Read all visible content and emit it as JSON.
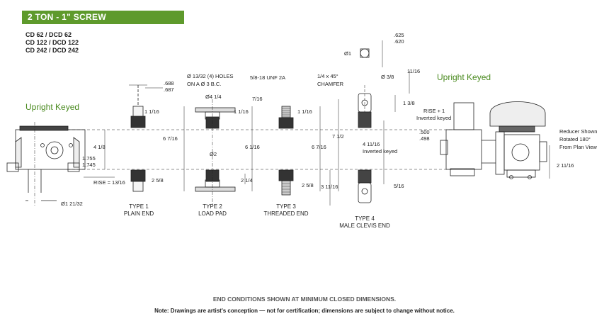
{
  "header": {
    "title": "2 TON - 1\" SCREW"
  },
  "models": [
    "CD 62 / DCD 62",
    "CD 122 / DCD 122",
    "CD 242 / DCD 242"
  ],
  "labels": {
    "upright_keyed_left": "Upright Keyed",
    "upright_keyed_right": "Upright Keyed",
    "holes": "Ø 13/32 (4) HOLES",
    "holes_bc": "ON A    Ø 3 B.C.",
    "thread": "5/8-18 UNF 2A",
    "chamfer1": "1/4 x 45°",
    "chamfer2": "CHAMFER",
    "d688": ".688",
    "d687": ".687",
    "dim_4_14": "Ø4 1/4",
    "dim_7_16_a": "7/16",
    "dim_1_116_a": "1 1/16",
    "dim_1_116_b": "1 1/16",
    "dim_1_116_c": "1 1/16",
    "dim_4_18": "4 1/8",
    "dim_6_716_a": "6 7/16",
    "dim_6_116": "6 1/16",
    "dim_6_716_b": "6 7/16",
    "dim_7_12": "7 1/2",
    "dim_2": "Ø2",
    "dim_2_58_a": "2 5/8",
    "dim_2_14": "2 1/4",
    "dim_2_58_b": "2 5/8",
    "dim_3_1116": "3 11/16",
    "dim_4_1116": "4 11/16",
    "dim_5_16": "5/16",
    "dim_11_16": "11/16",
    "dim_1_38": "1 3/8",
    "dim_3_8": "Ø 3/8",
    "dim_1": "Ø1",
    "d625": ".625",
    "d620": ".620",
    "d1755": "1.755",
    "d1745": "1.745",
    "d500": ".500",
    "d498": ".498",
    "inverted_keyed": "Inverted keyed",
    "rise1": "RISE + 1",
    "rise1_inv": "Inverted keyed",
    "rise_1316": "RISE = 13/16",
    "dia_1_2132": "Ø1 21/32",
    "dim_2_1116": "2 11/16",
    "reducer1": "Reducer Shown",
    "reducer2": "Rotated 180°",
    "reducer3": "From Plan View"
  },
  "captions": [
    {
      "line1": "TYPE 1",
      "line2": "PLAIN END"
    },
    {
      "line1": "TYPE 2",
      "line2": "LOAD PAD"
    },
    {
      "line1": "TYPE 3",
      "line2": "THREADED END"
    },
    {
      "line1": "TYPE 4",
      "line2": "MALE CLEVIS END"
    }
  ],
  "footer": {
    "conditions": "END CONDITIONS SHOWN AT MINIMUM CLOSED DIMENSIONS.",
    "note": "Note: Drawings are artist's conception — not for certification; dimensions are subject to change without notice."
  }
}
